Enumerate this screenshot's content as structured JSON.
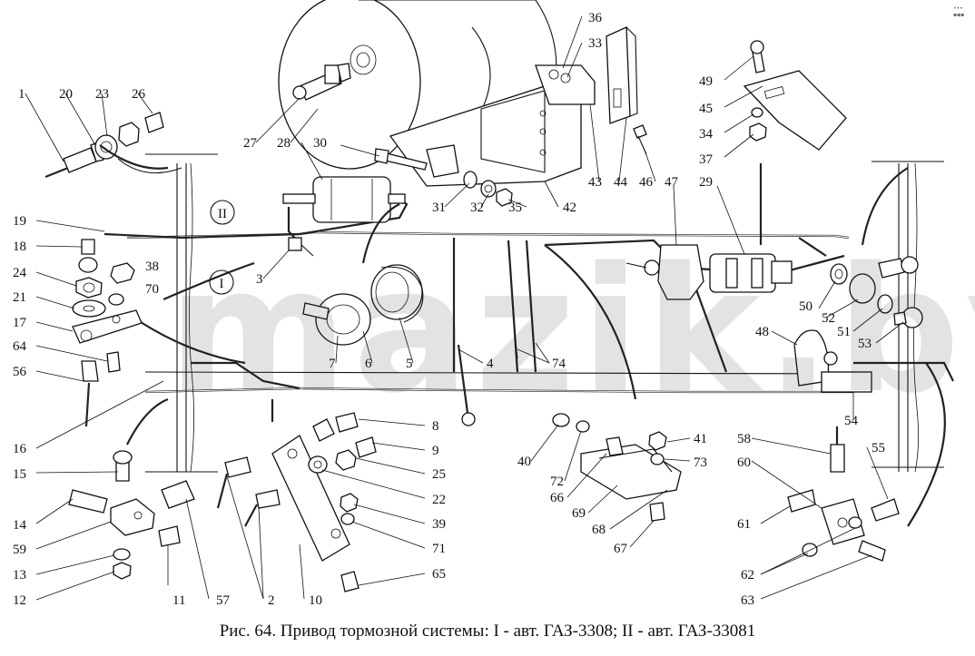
{
  "caption": "Рис. 64. Привод тормозной системы: I - авт. ГАЗ-3308; II - авт. ГАЗ-33081",
  "watermark": "mazik.by",
  "corner_mark": "••• ▪▪▪",
  "roman_labels": [
    "II",
    "I"
  ],
  "labels": [
    "1",
    "20",
    "23",
    "26",
    "27",
    "28",
    "30",
    "36",
    "33",
    "49",
    "45",
    "34",
    "37",
    "19",
    "18",
    "24",
    "38",
    "70",
    "21",
    "17",
    "64",
    "56",
    "16",
    "15",
    "14",
    "59",
    "13",
    "12",
    "11",
    "57",
    "2",
    "10",
    "8",
    "9",
    "25",
    "22",
    "39",
    "71",
    "65",
    "31",
    "32",
    "35",
    "42",
    "43",
    "44",
    "46",
    "47",
    "29",
    "3",
    "7",
    "6",
    "5",
    "4",
    "74",
    "50",
    "52",
    "51",
    "53",
    "48",
    "54",
    "40",
    "72",
    "66",
    "69",
    "68",
    "67",
    "41",
    "73",
    "58",
    "55",
    "60",
    "61",
    "62",
    "63"
  ]
}
